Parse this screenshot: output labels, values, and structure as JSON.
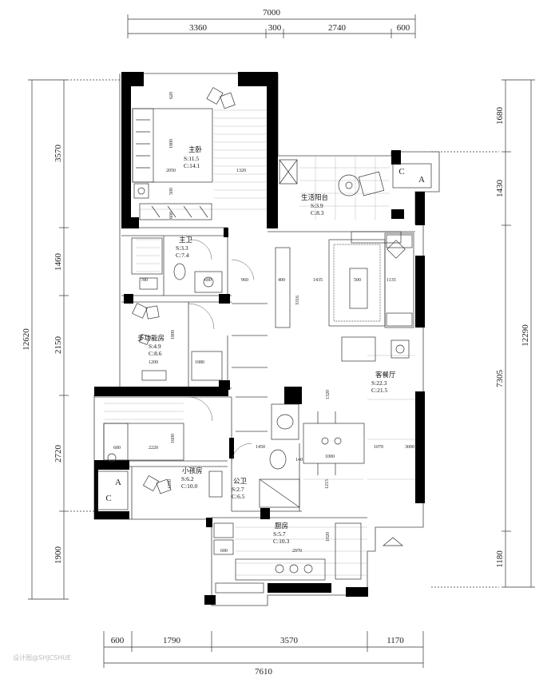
{
  "dimensions": {
    "top_total": "7000",
    "top_segments": [
      "3360",
      "300",
      "2740",
      "600"
    ],
    "left_total": "12620",
    "left_segments": [
      "3570",
      "1460",
      "2150",
      "2720",
      "1900"
    ],
    "right_total": "12290",
    "right_segments": [
      "1680",
      "1430",
      "7305",
      "1180"
    ],
    "bottom_total": "7610",
    "bottom_segments": [
      "600",
      "1790",
      "3570",
      "1170"
    ]
  },
  "rooms": {
    "master_bedroom": {
      "name": "主卧",
      "s": "S:11.5",
      "c": "C:14.1"
    },
    "balcony": {
      "name": "生活阳台",
      "s": "S:3.9",
      "c": "C:8.3"
    },
    "master_bath": {
      "name": "主卫",
      "s": "S:3.3",
      "c": "C:7.4"
    },
    "multi_room": {
      "name": "多功能房",
      "s": "S:4.9",
      "c": "C:8.6"
    },
    "living_dining": {
      "name": "客餐厅",
      "s": "S:22.3",
      "c": "C:21.5"
    },
    "kids_room": {
      "name": "小孩房",
      "s": "S:6.2",
      "c": "C:10.0"
    },
    "public_bath": {
      "name": "公卫",
      "s": "S:2.7",
      "c": "C:6.5"
    },
    "kitchen": {
      "name": "厨房",
      "s": "S:5.7",
      "c": "C:10.3"
    }
  },
  "inner_dims": [
    "620",
    "1800",
    "2050",
    "1320",
    "500",
    "600",
    "780",
    "600",
    "960",
    "400",
    "1435",
    "500",
    "1135",
    "3316",
    "1200",
    "1080",
    "1800",
    "1320",
    "2220",
    "600",
    "1200",
    "1600",
    "1070",
    "1450",
    "1000",
    "1215",
    "1020",
    "600",
    "2970",
    "140",
    "3000"
  ],
  "ac_labels": {
    "a": "A",
    "c": "C"
  },
  "watermark": "设计图@SHJCSHUE"
}
